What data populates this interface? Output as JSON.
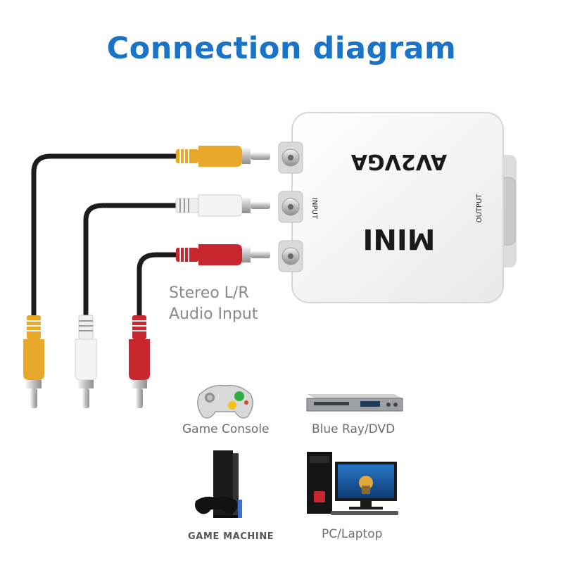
{
  "title": "Connection diagram",
  "adapter": {
    "brand": "AV2VGA",
    "model": "MINI",
    "input_label": "INPUT",
    "output_label": "OUTPUT"
  },
  "audio_input_label": {
    "line1": "Stereo L/R",
    "line2": "Audio Input"
  },
  "devices": [
    {
      "label": "Game Console",
      "icon": "gamepad-icon"
    },
    {
      "label": "Blue Ray/DVD",
      "icon": "dvd-player-icon"
    },
    {
      "label": "GAME MACHINE",
      "icon": "game-machine-icon"
    },
    {
      "label": "PC/Laptop",
      "icon": "pc-monitor-icon"
    }
  ],
  "colors": {
    "title": "#1a73c6",
    "plug_yellow": "#e8a92a",
    "plug_white": "#efefef",
    "plug_red": "#c8262e",
    "cable": "#1c1c1c"
  }
}
